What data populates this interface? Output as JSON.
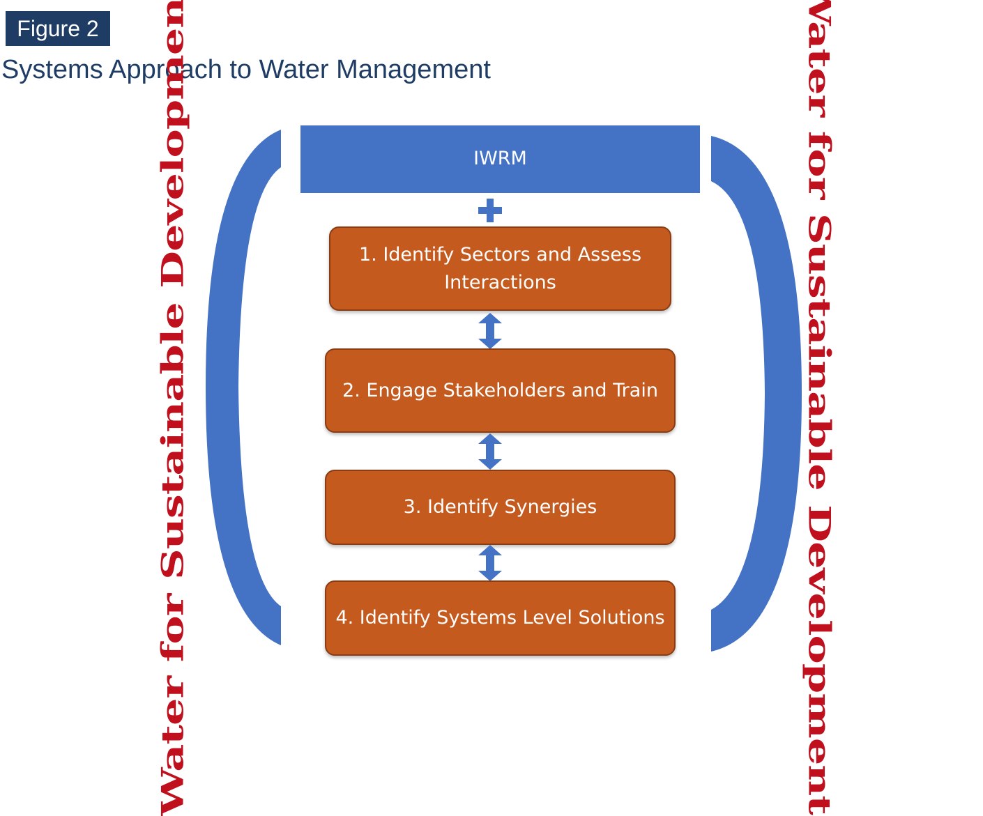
{
  "header": {
    "figure_label": "Figure 2",
    "title": "Systems Approach to Water Management"
  },
  "diagram": {
    "top_box": "IWRM",
    "steps": [
      {
        "label": "1. Identify Sectors and Assess Interactions"
      },
      {
        "label": "2. Engage Stakeholders and Train"
      },
      {
        "label": "3. Identify Synergies"
      },
      {
        "label": "4. Identify Systems Level Solutions"
      }
    ],
    "side_label_left": "Water for Sustainable Development",
    "side_label_right": "Water for Sustainable Development"
  },
  "colors": {
    "badge": "#1e3c64",
    "title_text": "#1e3c64",
    "blue": "#4472c4",
    "orange": "#c55a1e",
    "red_text": "#c0101e"
  },
  "icons": {
    "connector_1": "plus-icon",
    "connector_2": "double-arrow-icon",
    "connector_3": "double-arrow-icon",
    "connector_4": "double-arrow-icon"
  }
}
